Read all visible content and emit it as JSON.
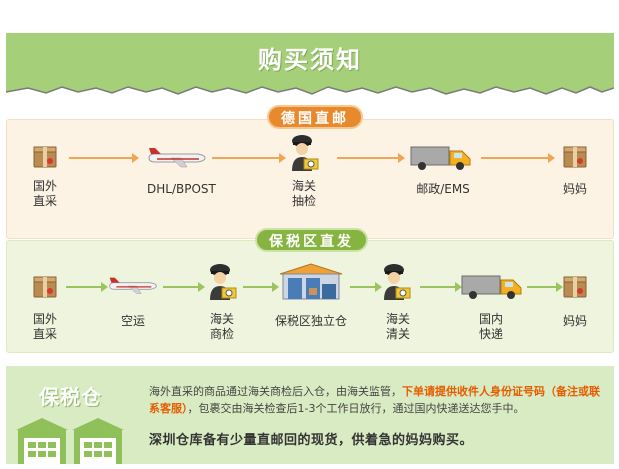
{
  "header": {
    "title": "购买须知"
  },
  "sections": [
    {
      "badge": "德国直邮",
      "steps": [
        {
          "icon": "package-icon",
          "label": [
            "国外",
            "直采"
          ]
        },
        {
          "icon": "airplane-icon",
          "label": [
            "DHL/BPOST"
          ]
        },
        {
          "icon": "customs-officer-icon",
          "label": [
            "海关",
            "抽检"
          ]
        },
        {
          "icon": "truck-icon",
          "label": [
            "邮政/EMS"
          ]
        },
        {
          "icon": "package-icon",
          "label": [
            "妈妈"
          ]
        }
      ]
    },
    {
      "badge": "保税区直发",
      "steps": [
        {
          "icon": "package-icon",
          "label": [
            "国外",
            "直采"
          ]
        },
        {
          "icon": "airplane-icon",
          "label": [
            "空运"
          ]
        },
        {
          "icon": "customs-officer-icon",
          "label": [
            "海关",
            "商检"
          ]
        },
        {
          "icon": "warehouse-icon",
          "label": [
            "保税区独立仓"
          ]
        },
        {
          "icon": "customs-officer-icon",
          "label": [
            "海关",
            "清关"
          ]
        },
        {
          "icon": "truck-icon",
          "label": [
            "国内",
            "快递"
          ]
        },
        {
          "icon": "package-icon",
          "label": [
            "妈妈"
          ]
        }
      ]
    }
  ],
  "note": {
    "title": "保税仓",
    "text_before": "海外直采的商品通过海关商检后入仓，由海关监管，",
    "text_highlight": "下单请提供收件人身份证号码（备注或联系客服）",
    "text_after": "，包裹交由海关检查后1-3个工作日放行，通过国内快递送达您手中。",
    "subtext": "深圳仓库备有少量直邮回的现货，供着急的妈妈购买。"
  },
  "colors": {
    "header": "#a6cf7a",
    "orange_accent": "#e9892e",
    "green_accent": "#86b440",
    "highlight_text": "#e65c00"
  }
}
